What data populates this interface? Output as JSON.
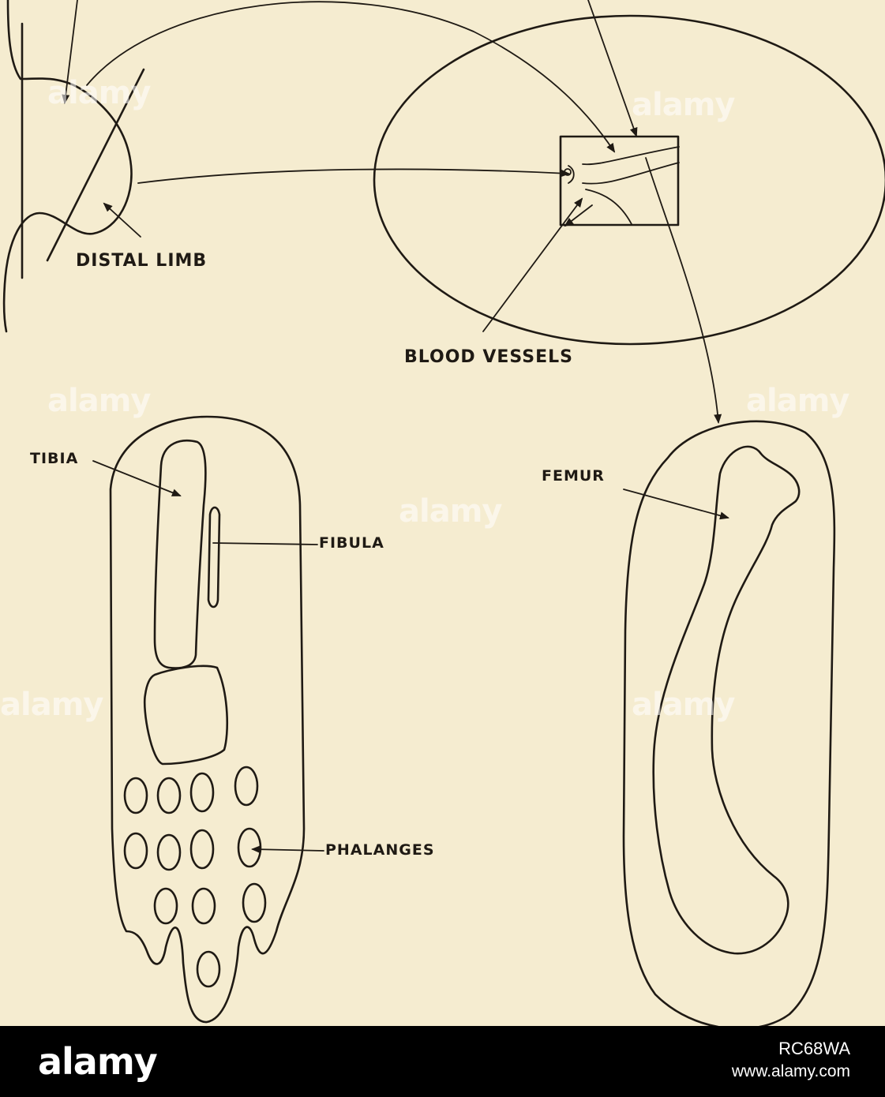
{
  "labels": {
    "distal_limb": "DISTAL LIMB",
    "blood_vessels": "BLOOD VESSELS",
    "tibia": "TIBIA",
    "fibula": "FIBULA",
    "femur": "FEMUR",
    "phalanges": "PHALANGES"
  },
  "watermark": {
    "text": "alamy"
  },
  "footer": {
    "logo": "alamy",
    "image_id": "RC68WA",
    "url": "www.alamy.com"
  },
  "colors": {
    "background": "#f5ecd0",
    "ink": "#1f1a14",
    "footer_bg": "#000000",
    "footer_text": "#ffffff"
  }
}
